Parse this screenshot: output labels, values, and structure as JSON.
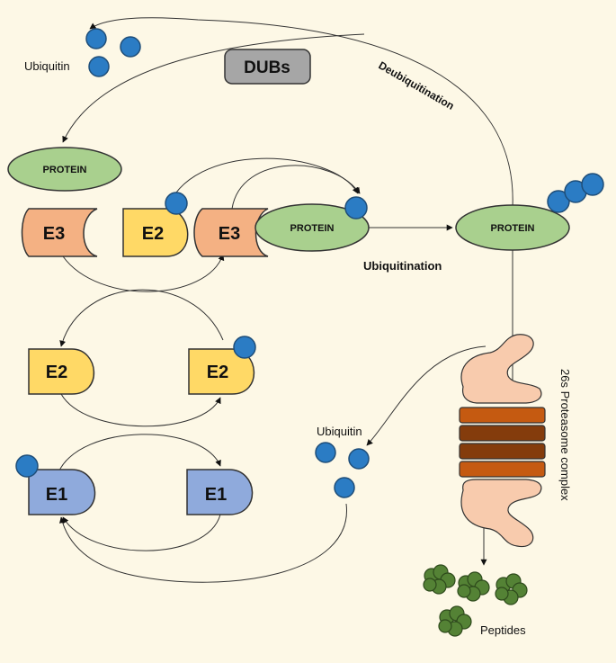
{
  "labels": {
    "ubiquitin_top": "Ubiquitin",
    "dubs": "DUBs",
    "deubiquitination": "Deubiquitination",
    "protein_top": "PROTEIN",
    "e3_left": "E3",
    "e2_mid": "E2",
    "e3_mid": "E3",
    "protein_mid": "PROTEIN",
    "protein_right": "PROTEIN",
    "ubiquitination": "Ubiquitination",
    "e2_left": "E2",
    "e2_right": "E2",
    "e1_left": "E1",
    "e1_right": "E1",
    "ubiquitin_mid": "Ubiquitin",
    "proteasome": "26s Proteasome complex",
    "peptides": "Peptides"
  },
  "colors": {
    "background": "#fdf8e6",
    "ubiquitin": "#2b7cc4",
    "protein": "#a9d08e",
    "e3": "#f4b183",
    "e2": "#ffd966",
    "e1": "#8faadc",
    "dubs": "#a6a6a6",
    "proteasome_cap": "#f8cbad",
    "proteasome_ring_dark": "#843c0c",
    "proteasome_ring_light": "#c55a11",
    "peptide": "#548235"
  }
}
